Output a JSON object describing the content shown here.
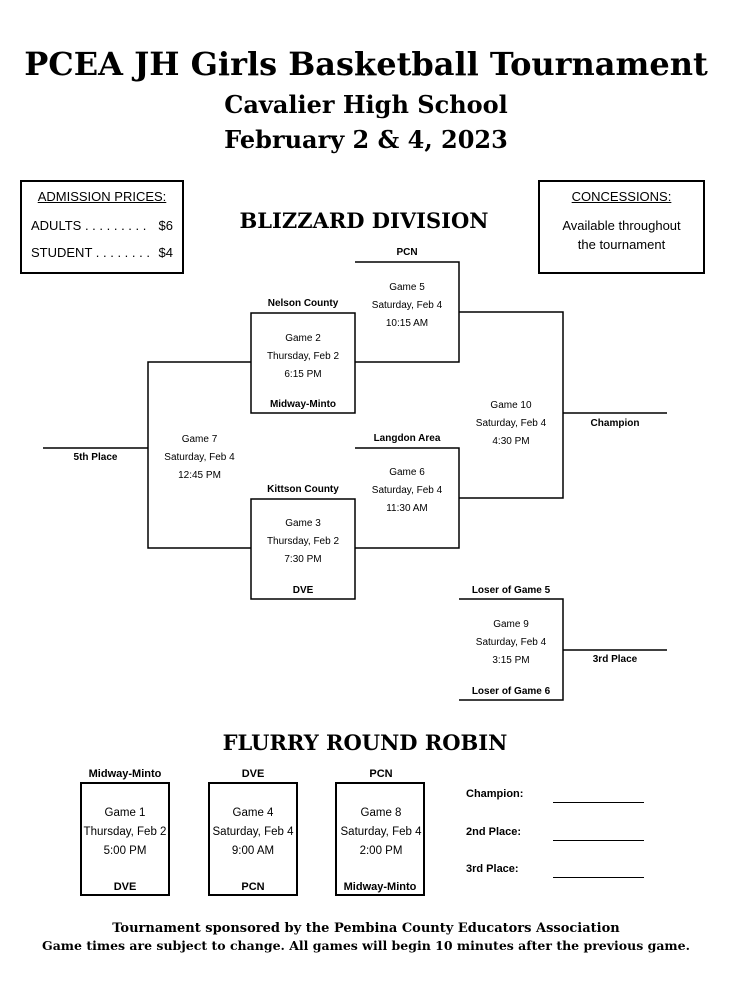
{
  "header": {
    "title": "PCEA JH Girls Basketball Tournament",
    "venue": "Cavalier High School",
    "dates": "February 2 & 4, 2023"
  },
  "admission": {
    "heading": "ADMISSION PRICES:",
    "rows": [
      {
        "label": "ADULTS",
        "dots": ". . . . . . . . .",
        "price": "$6"
      },
      {
        "label": "STUDENT",
        "dots": ". . . . . . . .",
        "price": "$4"
      }
    ]
  },
  "concessions": {
    "heading": "CONCESSIONS:",
    "line1": "Available throughout",
    "line2": "the tournament"
  },
  "blizzard": {
    "title": "BLIZZARD DIVISION",
    "teams": {
      "pcn": "PCN",
      "nelson": "Nelson County",
      "midway": "Midway-Minto",
      "langdon": "Langdon Area",
      "kittson": "Kittson County",
      "dve": "DVE",
      "loser5": "Loser of Game 5",
      "loser6": "Loser of Game 6"
    },
    "games": {
      "g2": {
        "name": "Game 2",
        "day": "Thursday, Feb 2",
        "time": "6:15 PM"
      },
      "g3": {
        "name": "Game 3",
        "day": "Thursday, Feb 2",
        "time": "7:30 PM"
      },
      "g5": {
        "name": "Game 5",
        "day": "Saturday, Feb 4",
        "time": "10:15 AM"
      },
      "g6": {
        "name": "Game 6",
        "day": "Saturday, Feb 4",
        "time": "11:30 AM"
      },
      "g7": {
        "name": "Game 7",
        "day": "Saturday, Feb 4",
        "time": "12:45 PM"
      },
      "g9": {
        "name": "Game 9",
        "day": "Saturday, Feb 4",
        "time": "3:15 PM"
      },
      "g10": {
        "name": "Game 10",
        "day": "Saturday, Feb 4",
        "time": "4:30 PM"
      }
    },
    "labels": {
      "fifth": "5th Place",
      "champion": "Champion",
      "third": "3rd Place"
    }
  },
  "flurry": {
    "title": "FLURRY ROUND ROBIN",
    "games": [
      {
        "top": "Midway-Minto",
        "name": "Game 1",
        "day": "Thursday, Feb 2",
        "time": "5:00 PM",
        "bottom": "DVE"
      },
      {
        "top": "DVE",
        "name": "Game 4",
        "day": "Saturday, Feb 4",
        "time": "9:00 AM",
        "bottom": "PCN"
      },
      {
        "top": "PCN",
        "name": "Game 8",
        "day": "Saturday, Feb 4",
        "time": "2:00 PM",
        "bottom": "Midway-Minto"
      }
    ],
    "places": [
      "Champion:",
      "2nd Place:",
      "3rd Place:"
    ]
  },
  "footer": {
    "line1": "Tournament sponsored by the Pembina County Educators Association",
    "line2": "Game times are subject to change.  All games will begin 10 minutes after the previous game."
  }
}
